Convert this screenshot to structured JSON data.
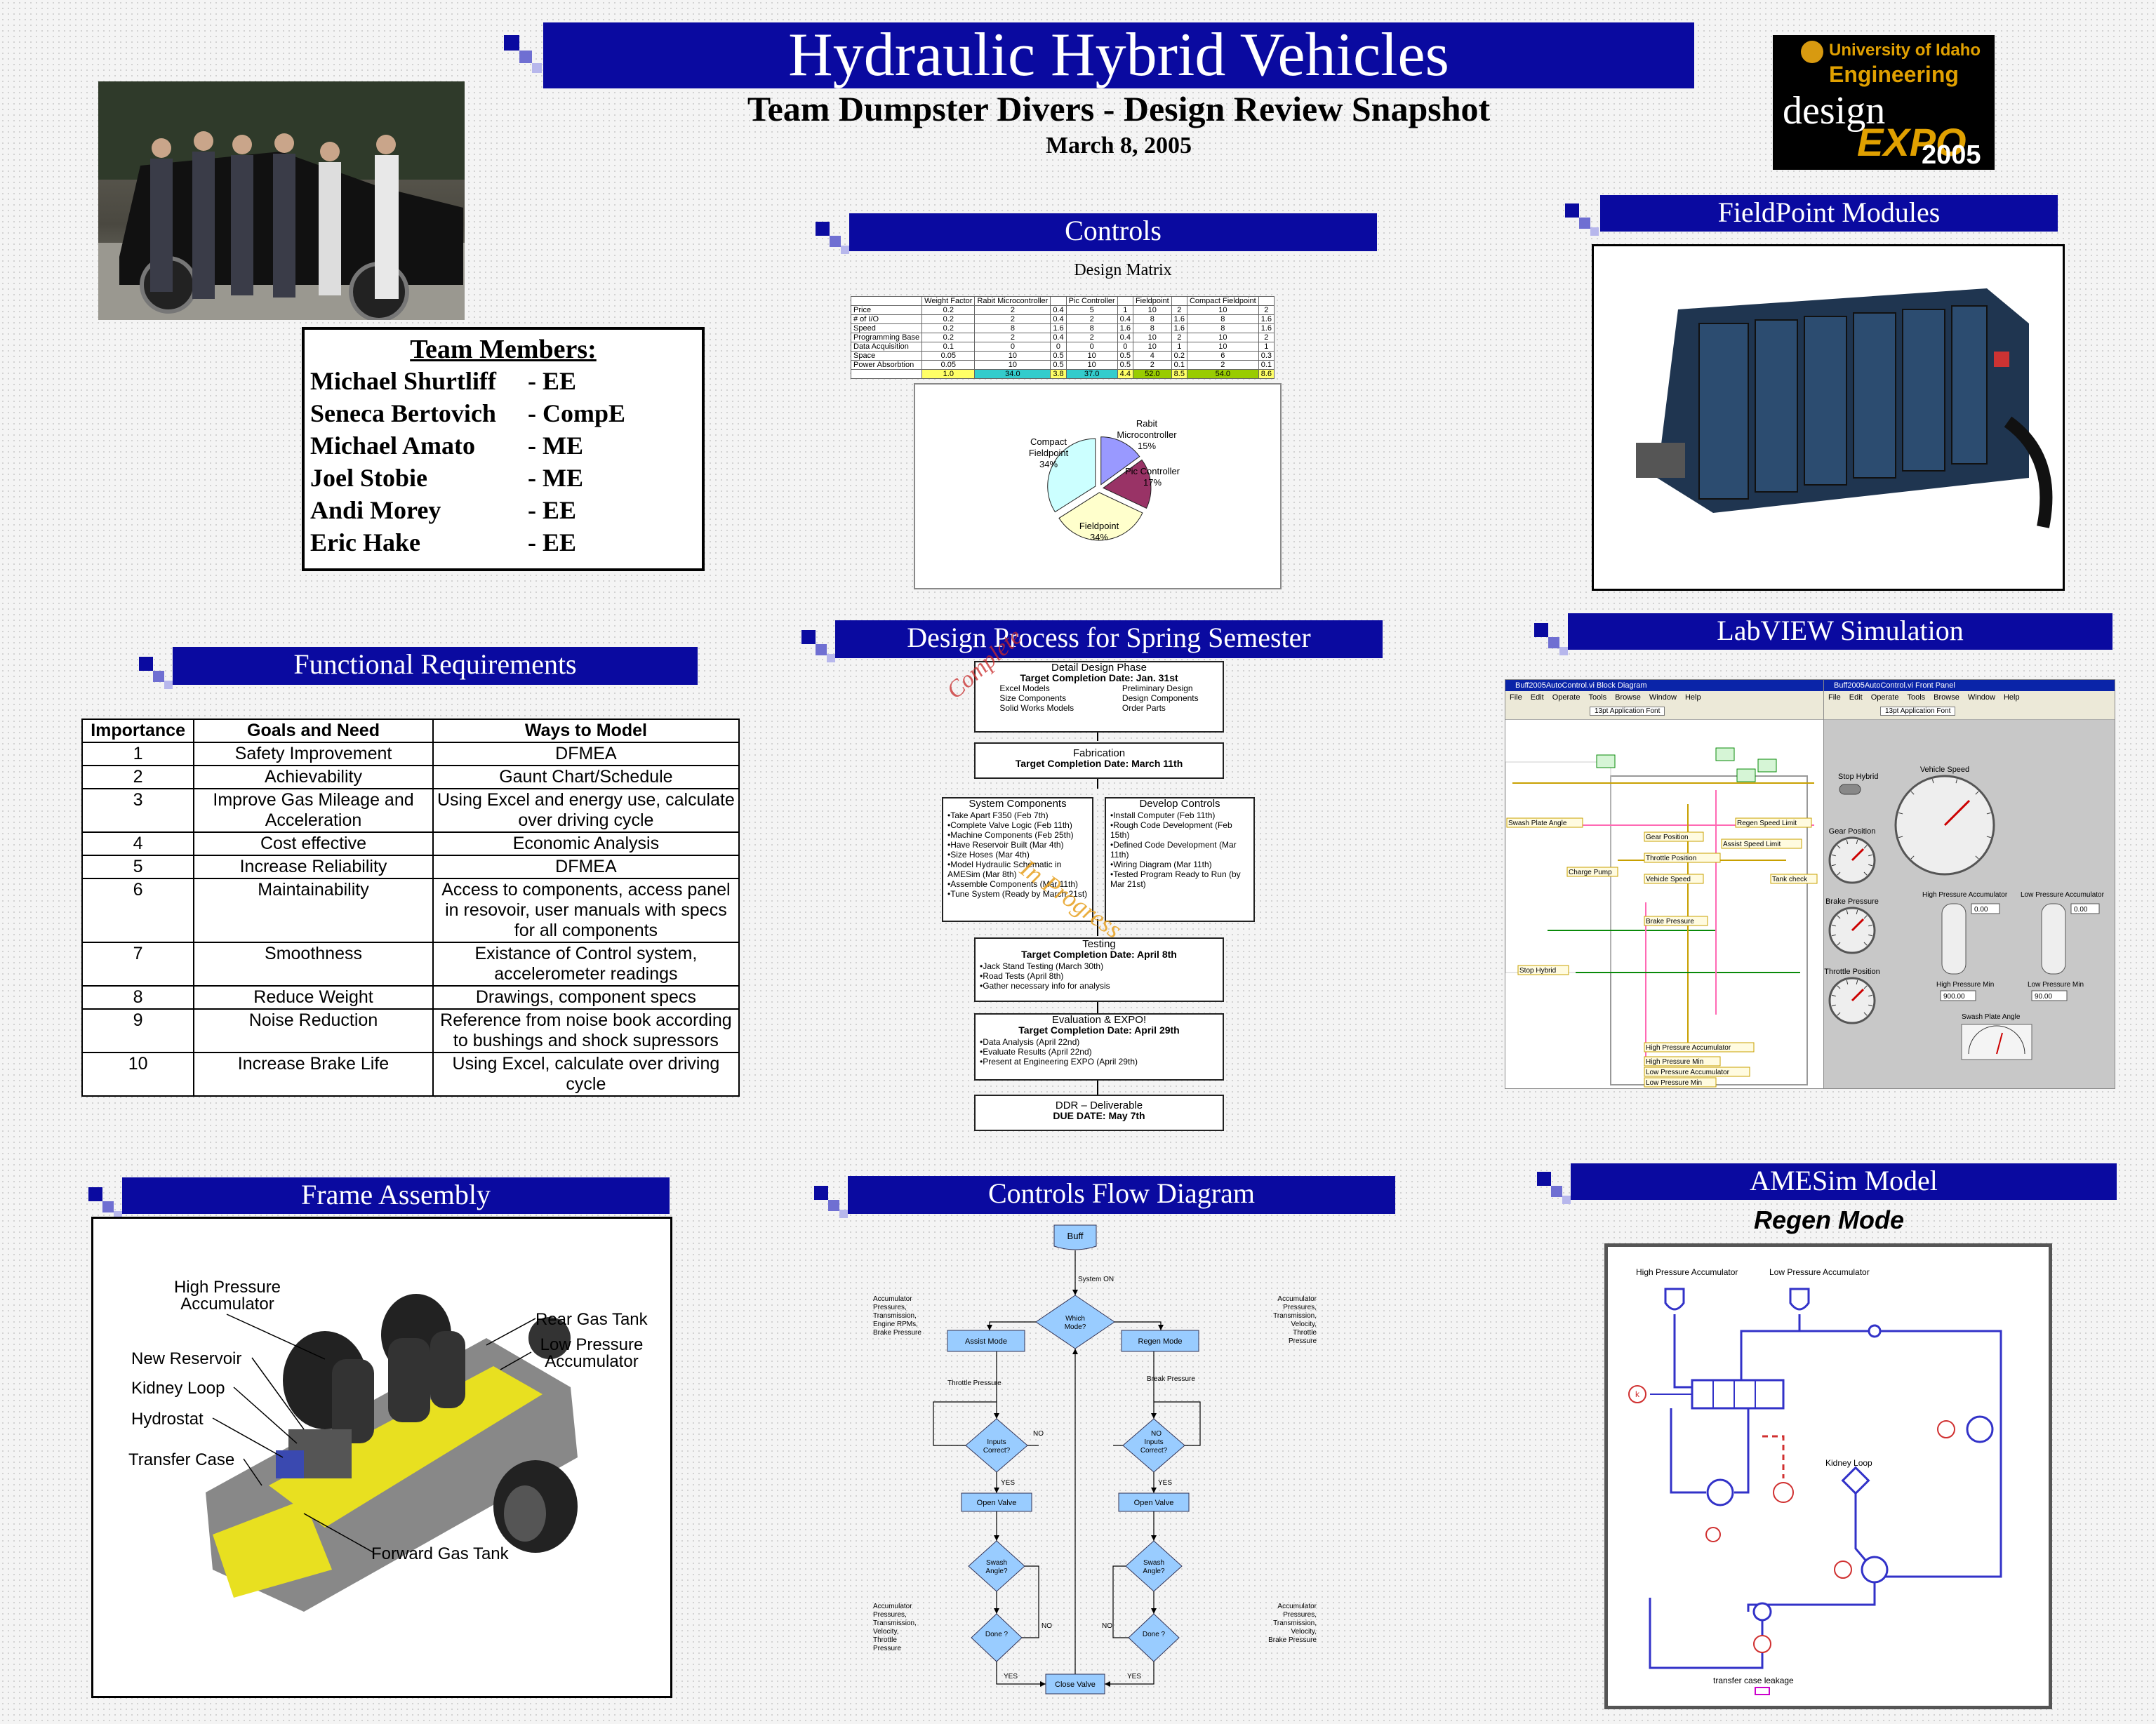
{
  "header": {
    "title": "Hydraulic Hybrid Vehicles",
    "subtitle": "Team Dumpster Divers - Design Review Snapshot",
    "date": "March 8, 2005"
  },
  "logo": {
    "university": "University of Idaho",
    "engineering": "Engineering",
    "design": "design",
    "expo": "EXPO",
    "year": "2005"
  },
  "team": {
    "heading": "Team Members:",
    "members": [
      {
        "name": "Michael Shurtliff",
        "dept": "- EE"
      },
      {
        "name": "Seneca Bertovich",
        "dept": "- CompE"
      },
      {
        "name": "Michael Amato",
        "dept": "- ME"
      },
      {
        "name": "Joel Stobie",
        "dept": "- ME"
      },
      {
        "name": "Andi Morey",
        "dept": "- EE"
      },
      {
        "name": "Eric Hake",
        "dept": "- EE"
      }
    ]
  },
  "sections": {
    "controls": "Controls",
    "fieldpoint": "FieldPoint Modules",
    "functional": "Functional Requirements",
    "design_process": "Design Process for Spring Semester",
    "labview": "LabVIEW Simulation",
    "frame": "Frame Assembly",
    "flow": "Controls Flow Diagram",
    "amesim": "AMESim Model"
  },
  "controls": {
    "matrix_title": "Design Matrix",
    "matrix_header": [
      "",
      "Weight Factor",
      "Rabit Microcontroller",
      "",
      "Pic Controller",
      "",
      "Fieldpoint",
      "",
      "Compact Fieldpoint",
      ""
    ],
    "matrix_rows": [
      [
        "Price",
        "0.2",
        "2",
        "0.4",
        "5",
        "1",
        "10",
        "2",
        "10",
        "2"
      ],
      [
        "# of I/O",
        "0.2",
        "2",
        "0.4",
        "2",
        "0.4",
        "8",
        "1.6",
        "8",
        "1.6"
      ],
      [
        "Speed",
        "0.2",
        "8",
        "1.6",
        "8",
        "1.6",
        "8",
        "1.6",
        "8",
        "1.6"
      ],
      [
        "Programming Base",
        "0.2",
        "2",
        "0.4",
        "2",
        "0.4",
        "10",
        "2",
        "10",
        "2"
      ],
      [
        "Data Acquisition",
        "0.1",
        "0",
        "0",
        "0",
        "0",
        "10",
        "1",
        "10",
        "1"
      ],
      [
        "Space",
        "0.05",
        "10",
        "0.5",
        "10",
        "0.5",
        "4",
        "0.2",
        "6",
        "0.3"
      ],
      [
        "Power Absorbtion",
        "0.05",
        "10",
        "0.5",
        "10",
        "0.5",
        "2",
        "0.1",
        "2",
        "0.1"
      ],
      [
        "",
        "1.0",
        "34.0",
        "3.8",
        "37.0",
        "4.4",
        "52.0",
        "8.5",
        "54.0",
        "8.6"
      ]
    ],
    "pie": [
      {
        "label": "Rabit Microcontroller",
        "pct": "15%",
        "value": 15,
        "color": "#9999ff"
      },
      {
        "label": "Pic Controller",
        "pct": "17%",
        "value": 17,
        "color": "#993366"
      },
      {
        "label": "Fieldpoint",
        "pct": "34%",
        "value": 34,
        "color": "#ffffcc"
      },
      {
        "label": "Compact Fieldpoint",
        "pct": "34%",
        "value": 34,
        "color": "#ccffff"
      }
    ]
  },
  "functional": {
    "headers": [
      "Importance",
      "Goals and Need",
      "Ways to Model"
    ],
    "rows": [
      [
        "1",
        "Safety Improvement",
        "DFMEA"
      ],
      [
        "2",
        "Achievability",
        "Gaunt Chart/Schedule"
      ],
      [
        "3",
        "Improve Gas Mileage and Acceleration",
        "Using Excel and energy use, calculate over driving cycle"
      ],
      [
        "4",
        "Cost effective",
        "Economic Analysis"
      ],
      [
        "5",
        "Increase Reliability",
        "DFMEA"
      ],
      [
        "6",
        "Maintainability",
        "Access to components, access panel in resovoir, user manuals with specs for all components"
      ],
      [
        "7",
        "Smoothness",
        "Existance of Control system, accelerometer readings"
      ],
      [
        "8",
        "Reduce Weight",
        "Drawings, component specs"
      ],
      [
        "9",
        "Noise Reduction",
        "Reference from noise book according to bushings and shock supressors"
      ],
      [
        "10",
        "Increase Brake Life",
        "Using Excel, calculate over driving cycle"
      ]
    ]
  },
  "process": {
    "stamp_complete": "Complete",
    "stamp_progress": "In Progress",
    "detail": {
      "title": "Detail Design Phase",
      "date": "Target Completion Date: Jan. 31st",
      "left": [
        "Excel Models",
        "Size Components",
        "Solid Works Models"
      ],
      "right": [
        "Preliminary Design",
        "Design Components",
        "Order Parts"
      ]
    },
    "fabrication": {
      "title": "Fabrication",
      "date": "Target Completion Date: March 11th"
    },
    "system": {
      "title": "System Components",
      "items": [
        "•Take Apart F350 (Feb 7th)",
        "•Complete Valve Logic (Feb 11th)",
        "•Machine Components (Feb 25th)",
        "•Have Reservoir Built (Mar 4th)",
        "•Size Hoses (Mar 4th)",
        "•Model Hydraulic Schematic in AMESim (Mar 8th)",
        "•Assemble Components (Mar 11th)",
        "•Tune System (Ready by March 21st)"
      ]
    },
    "develop": {
      "title": "Develop Controls",
      "items": [
        "•Install Computer (Feb 11th)",
        "•Rough Code Development (Feb 15th)",
        "•Defined Code Development (Mar 11th)",
        "•Wiring Diagram (Mar 11th)",
        "•Tested Program Ready to Run (by Mar 21st)"
      ]
    },
    "testing": {
      "title": "Testing",
      "date": "Target Completion Date: April 8th",
      "items": [
        "•Jack Stand Testing (March 30th)",
        "•Road Tests (April 8th)",
        "•Gather necessary info for analysis"
      ]
    },
    "evaluation": {
      "title": "Evaluation & EXPO!",
      "date": "Target Completion Date: April 29th",
      "items": [
        "•Data Analysis (April 22nd)",
        "•Evaluate Results (April 22nd)",
        "•Present at Engineering EXPO (April 29th)"
      ]
    },
    "ddr": {
      "title": "DDR – Deliverable",
      "date": "DUE DATE: May 7th"
    }
  },
  "labview": {
    "left_title": "Buff2005AutoControl.vi Block Diagram",
    "right_title": "Buff2005AutoControl.vi Front Panel",
    "menu": [
      "File",
      "Edit",
      "Operate",
      "Tools",
      "Browse",
      "Window",
      "Help"
    ],
    "font_box": "13pt Application Font",
    "block_labels": [
      "Swash Plate Angle",
      "Gear Position",
      "Throttle Position",
      "Vehicle Speed",
      "Brake Pressure",
      "Regen Speed Limit",
      "Assist Speed Limit",
      "High Pressure Accumulator",
      "High Pressure Min",
      "Low Pressure Accumulator",
      "Low Pressure Min",
      "Charge Pump",
      "Stop Hybrid",
      "Tank check"
    ],
    "panel_labels": {
      "stop": "Stop Hybrid",
      "speed": "Vehicle Speed",
      "gear": "Gear Position",
      "brake": "Brake Pressure",
      "throttle": "Throttle Position",
      "hpa": "High Pressure Accumulator",
      "lpa": "Low Pressure Accumulator",
      "hpmin": "High Pressure Min",
      "lpmin": "Low Pressure Min",
      "swash": "Swash Plate Angle",
      "hpmin_val": "900.00",
      "lpmin_val": "90.00",
      "gauge_val": "0.00"
    }
  },
  "frame": {
    "labels": [
      "High Pressure Accumulator",
      "Rear Gas Tank",
      "Low Pressure Accumulator",
      "New Reservoir",
      "Kidney Loop",
      "Hydrostat",
      "Transfer Case",
      "Forward Gas Tank"
    ]
  },
  "flow": {
    "start": "Buff",
    "system_on": "System ON",
    "which": "Which Mode?",
    "assist": "Assist Mode",
    "regen": "Regen Mode",
    "assist_inputs": "Accumulator Pressures, Transmission, Engine RPMs, Brake Pressure",
    "regen_inputs": "Accumulator Pressures, Transmission, Velocity, Throttle Pressure",
    "throttle": "Throttle Pressure",
    "break": "Break Pressure",
    "inputs_correct": "Inputs Correct?",
    "no": "NO",
    "yes": "YES",
    "open_valve": "Open Valve",
    "swash": "Swash Angle?",
    "assist_inputs2": "Accumulator Pressures, Transmission, Velocity, Throttle Pressure",
    "regen_inputs2": "Accumulator Pressures, Transmission, Velocity, Brake Pressure",
    "done": "Done ?",
    "close": "Close Valve"
  },
  "amesim": {
    "mode": "Regen Mode",
    "hpa": "High Pressure Accumulator",
    "lpa": "Low Pressure Accumulator",
    "kidney": "Kidney Loop",
    "leak": "transfer case leakage"
  }
}
